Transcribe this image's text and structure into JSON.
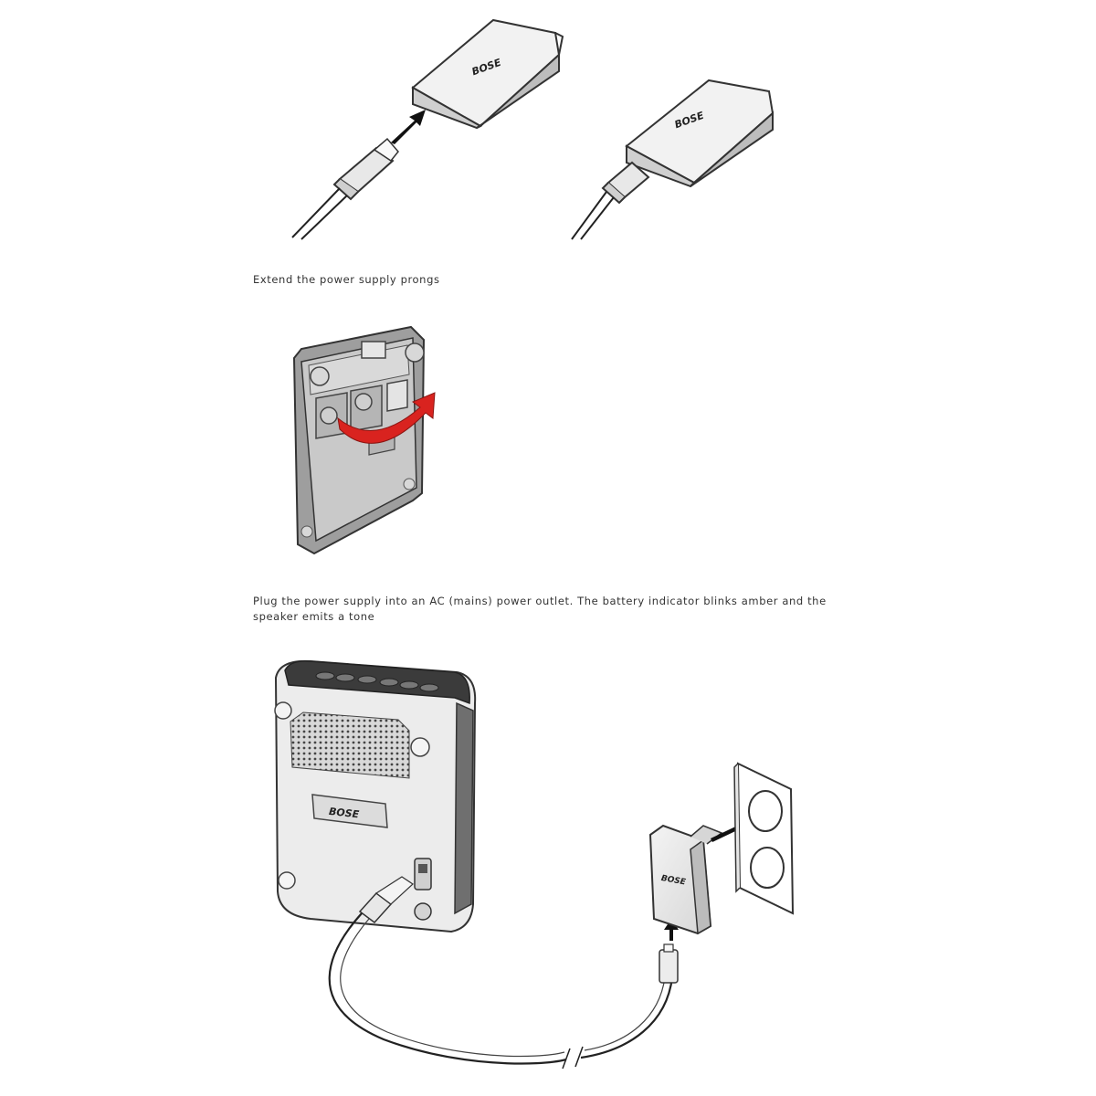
{
  "steps": [
    {
      "caption": "Extend the power supply prongs"
    },
    {
      "caption_line1": "Plug the power supply into an AC (mains) power outlet. The battery indicator blinks amber and the",
      "caption_line2": "speaker emits a tone"
    }
  ],
  "brand_logo": "BOSE",
  "colors": {
    "arrow_red": "#d9231f",
    "outline": "#333333",
    "device_grey": "#b8b8b8"
  },
  "icons": [
    "usb-plug-icon",
    "power-adapter-icon",
    "rotate-arrow-icon",
    "wall-outlet-icon",
    "speaker-icon"
  ]
}
